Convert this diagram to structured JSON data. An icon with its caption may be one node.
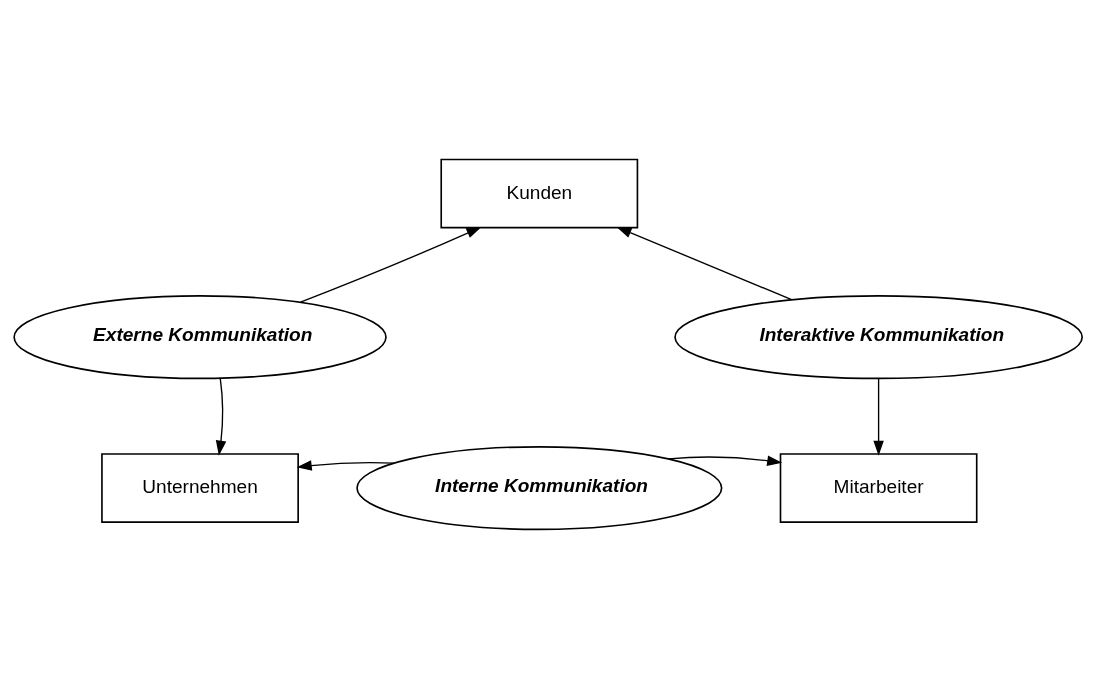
{
  "diagram": {
    "nodes": [
      {
        "text": [
          "Kunden"
        ]
      },
      {
        "text": [
          "Externe Kommunikation"
        ]
      },
      {
        "text": [
          "Interaktive Kommunikation"
        ]
      },
      {
        "text": [
          "Unternehmen"
        ]
      },
      {
        "text": [
          "Interne Kommunikation"
        ]
      },
      {
        "text": [
          "Mitarbeiter"
        ]
      }
    ],
    "edges": [
      {
        "from": 1,
        "to": 0,
        "arrow": "to"
      },
      {
        "from": 1,
        "to": 3,
        "arrow": "to"
      },
      {
        "from": 2,
        "to": 0,
        "arrow": "to"
      },
      {
        "from": 2,
        "to": 5,
        "arrow": "to"
      },
      {
        "from": 4,
        "to": 3,
        "arrow": "to"
      },
      {
        "from": 4,
        "to": 5,
        "arrow": "to"
      }
    ]
  }
}
